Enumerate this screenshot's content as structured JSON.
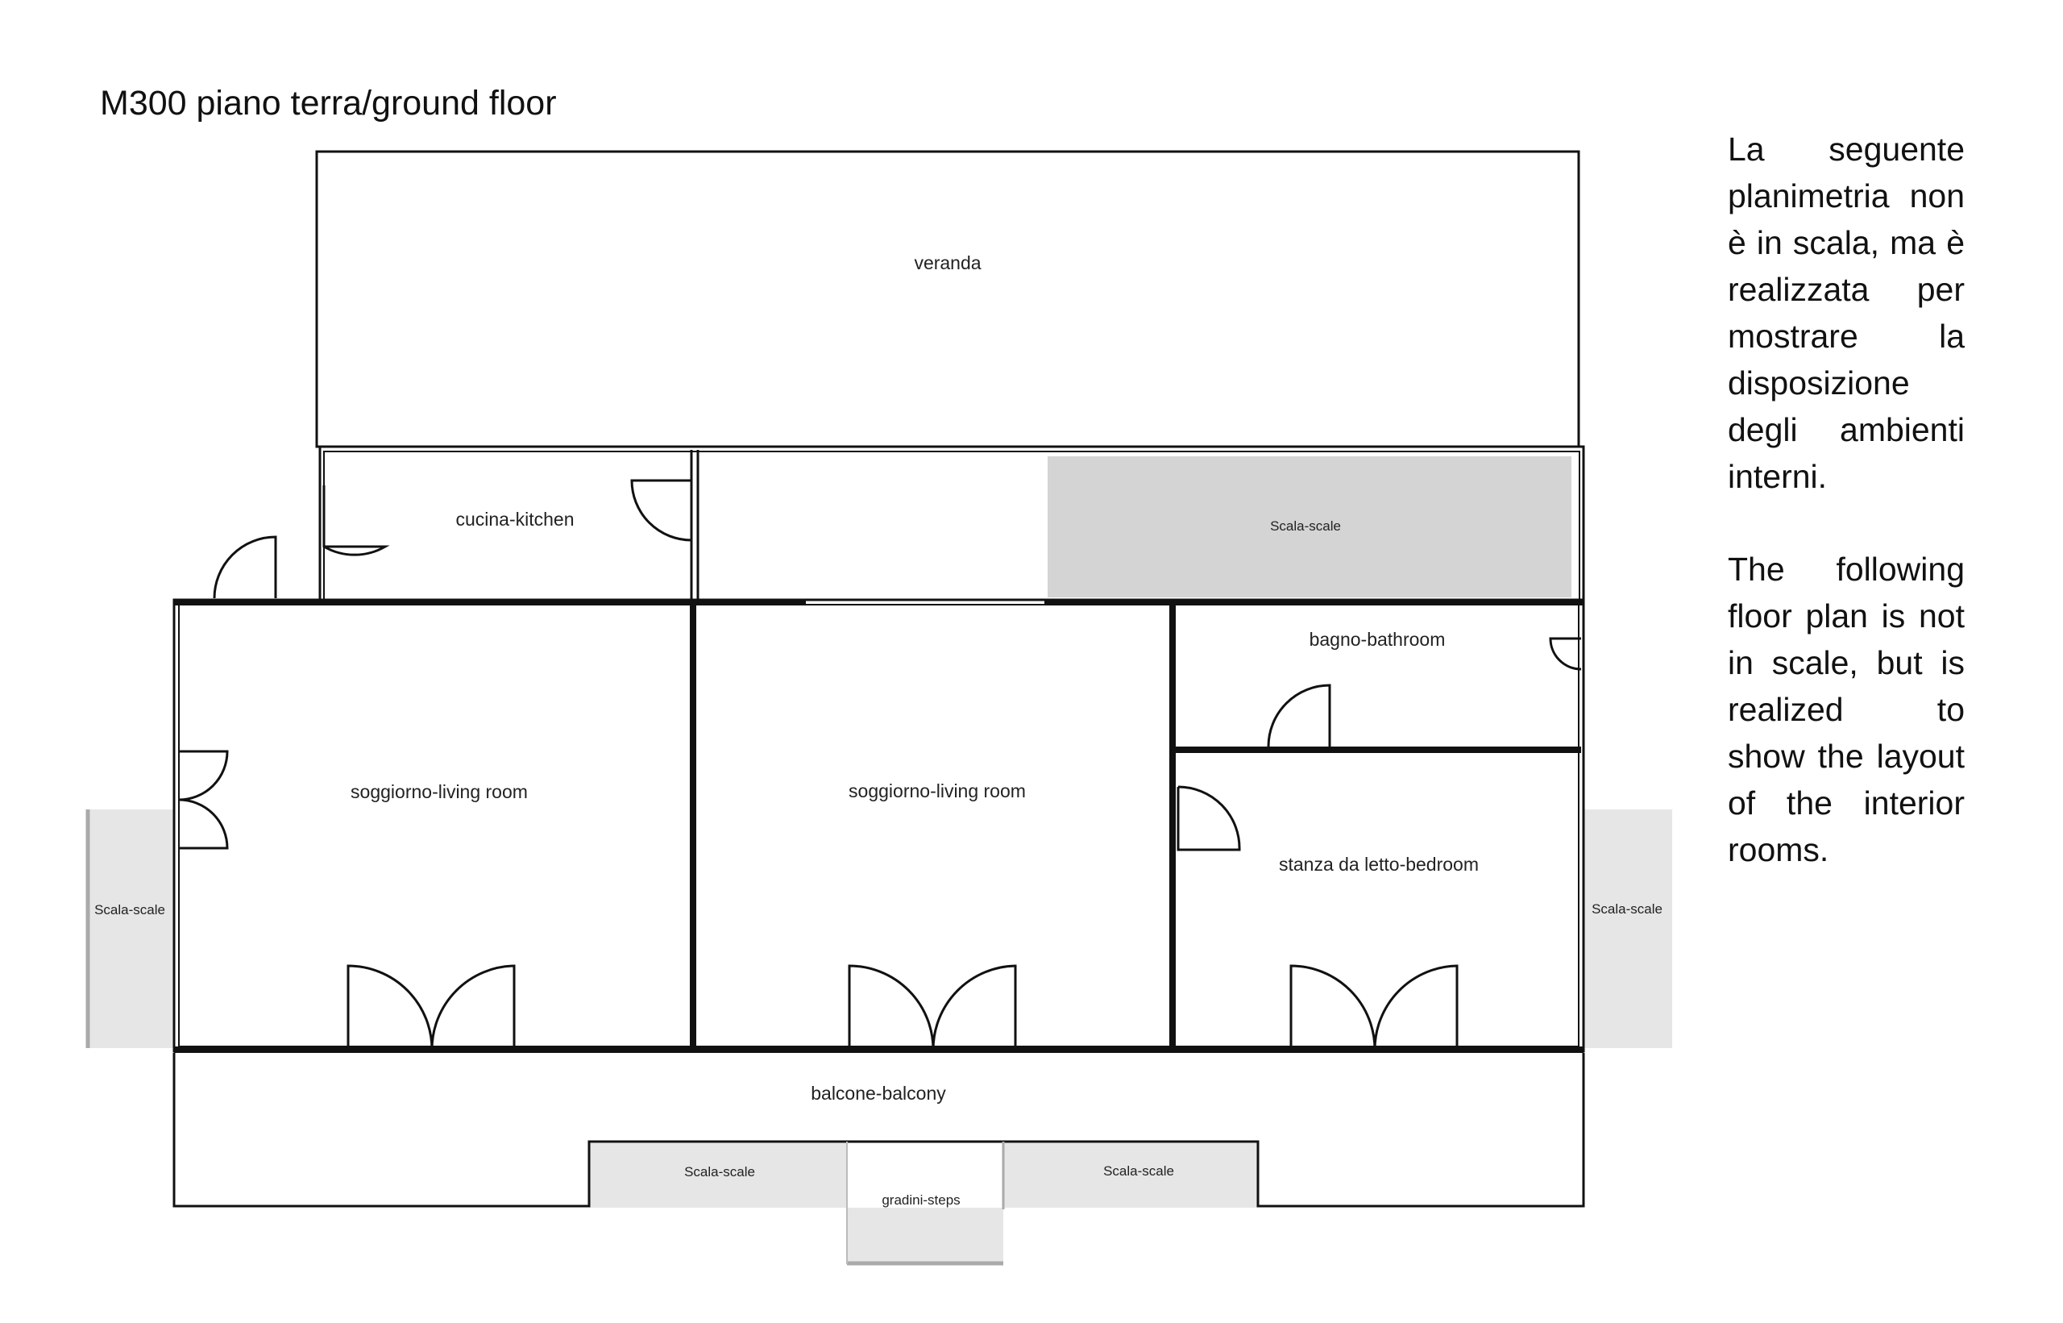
{
  "title": "M300 piano terra/ground floor",
  "note": {
    "italian": "La seguente planimetria non è in scala, ma è realizzata per mostrare la disposizione degli ambienti interni.",
    "english": "The following floor plan is not in scale, but is realized to show the layout of the interior rooms."
  },
  "rooms": {
    "veranda": "veranda",
    "kitchen": "cucina-kitchen",
    "stairs_top": "Scala-scale",
    "bathroom": "bagno-bathroom",
    "living_left": "soggiorno-living room",
    "living_center": "soggiorno-living room",
    "bedroom": "stanza da letto-bedroom",
    "stairs_left": "Scala-scale",
    "stairs_right": "Scala-scale",
    "balcony": "balcone-balcony",
    "stairs_bottom_left": "Scala-scale",
    "stairs_bottom_right": "Scala-scale",
    "steps": "gradini-steps"
  },
  "colors": {
    "wall": "#111111",
    "stair_fill": "#e6e6e6",
    "stair_top_fill": "#d4d4d4"
  }
}
